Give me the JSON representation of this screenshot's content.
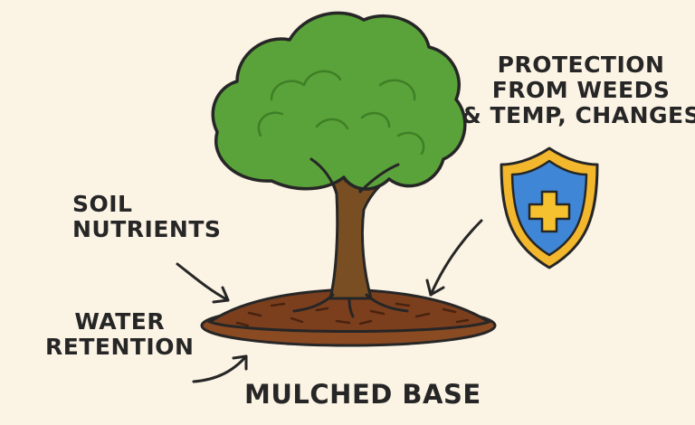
{
  "labels": {
    "protection": [
      "PROTECTION",
      "FROM WEEDS",
      "& TEMP, CHANGES"
    ],
    "soil": [
      "SOIL",
      "NUTRIENTS"
    ],
    "water": [
      "WATER",
      "RETENTION"
    ],
    "mulch": "MULCHED BASE"
  },
  "icons": {
    "tree": "tree-icon",
    "shield": "shield-plus-icon",
    "mulch": "mulch-mound-icon"
  },
  "colors": {
    "background": "#fbf3e4",
    "foliage": "#5aa33a",
    "foliage_dark": "#3f7f26",
    "trunk": "#7a4e23",
    "mulch": "#7b3f1e",
    "shield_outer": "#f2b72d",
    "shield_inner": "#3f86d6",
    "cross": "#f5c12e",
    "outline": "#262626"
  }
}
